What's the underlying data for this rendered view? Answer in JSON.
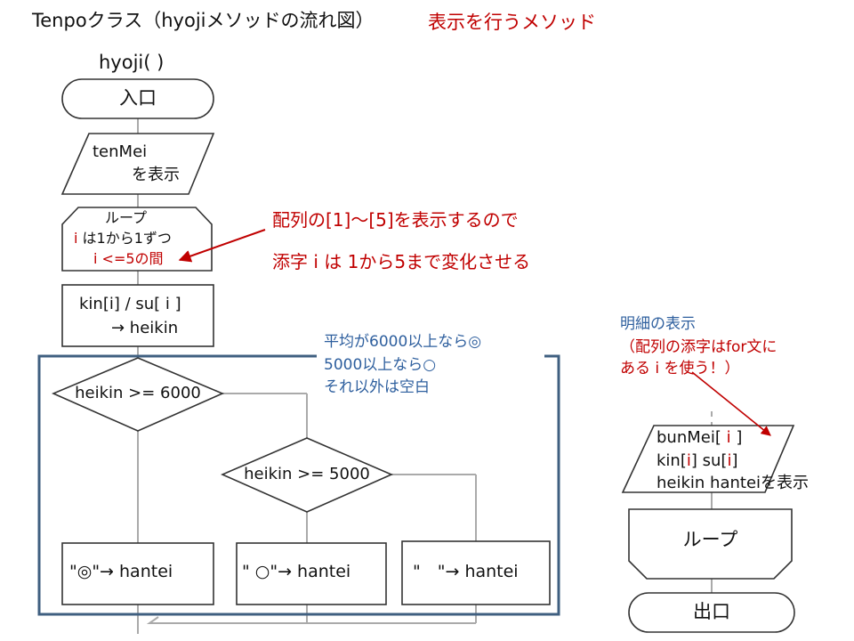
{
  "header": {
    "title": "Tenpoクラス（hyojiメソッドの流れ図）",
    "title_note": "表示を行うメソッド",
    "method_label": "hyoji( )"
  },
  "flow": {
    "start_label": "入口",
    "display_tenmei": [
      "tenMei",
      "を表示"
    ],
    "loop": {
      "line1": "ループ",
      "line2_i": "i",
      "line2_rest": " は1から1ずつ",
      "line3_i": "i",
      "line3_rest": " <=5の間"
    },
    "calc": [
      "kin[i] / su[ i ]",
      "→ heikin"
    ],
    "decision1": "heikin >= 6000",
    "decision2": "heikin >= 5000",
    "assign1": "\"◎\"→ hantei",
    "assign2": "\" ○\"→ hantei",
    "assign3": "\"　\"→ hantei"
  },
  "right_flow": {
    "display": {
      "l1a": "bunMei[ ",
      "l1i": "i",
      "l1b": " ]",
      "l2a": "kin[",
      "l2i": "i",
      "l2b": "]  su[",
      "l2i2": "i",
      "l2c": "]",
      "l3": " heikin  hanteiを表示"
    },
    "loop_end": "ループ",
    "end_label": "出口"
  },
  "annotations": {
    "loop_note": [
      "配列の[1]〜[5]を表示するので",
      "添字 i は 1から5まで変化させる"
    ],
    "judge_note": [
      "平均が6000以上なら◎",
      "5000以上なら○",
      "それ以外は空白"
    ],
    "detail_note": [
      "明細の表示",
      "（配列の添字はfor文に",
      "ある i を使う！）"
    ]
  },
  "colors": {
    "red": "#c00000",
    "blue": "#2e5f9e",
    "frame": "#3f5f80",
    "line": "#333333",
    "light_line": "#aaaaaa"
  }
}
